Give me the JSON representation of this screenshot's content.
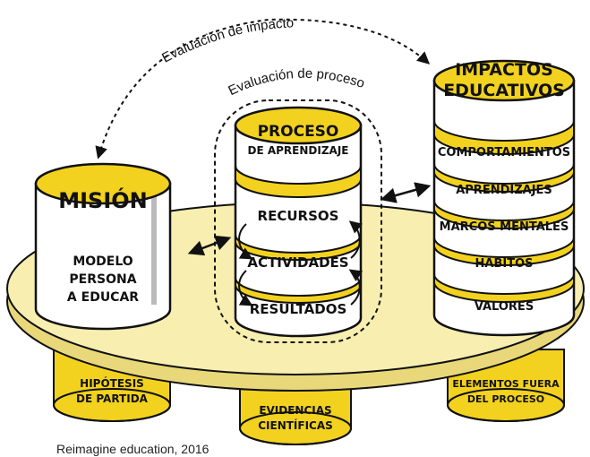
{
  "colors": {
    "accent": "#f2d21f",
    "platform": "#f7eeb0",
    "ink": "#111111"
  },
  "arcs": {
    "impact": "Evaluación de impacto",
    "process": "Evaluación de proceso"
  },
  "mision": {
    "title": "MISIÓN",
    "body": [
      "MODELO",
      "PERSONA",
      "A EDUCAR"
    ]
  },
  "proceso": {
    "title": [
      "PROCESO",
      "DE APRENDIZAJE"
    ],
    "steps": [
      "RECURSOS",
      "ACTIVIDADES",
      "RESULTADOS"
    ]
  },
  "impactos": {
    "title": [
      "IMPACTOS",
      "EDUCATIVOS"
    ],
    "items": [
      "COMPORTAMIENTOS",
      "APRENDIZAJES",
      "MARCOS MENTALES",
      "HÁBITOS",
      "VALORES"
    ]
  },
  "bases": {
    "left": [
      "HIPÓTESIS",
      "DE PARTIDA"
    ],
    "center": [
      "EVIDENCIAS",
      "CIENTÍFICAS"
    ],
    "right": [
      "ELEMENTOS FUERA",
      "DEL PROCESO"
    ]
  },
  "caption": "Reimagine education, 2016"
}
